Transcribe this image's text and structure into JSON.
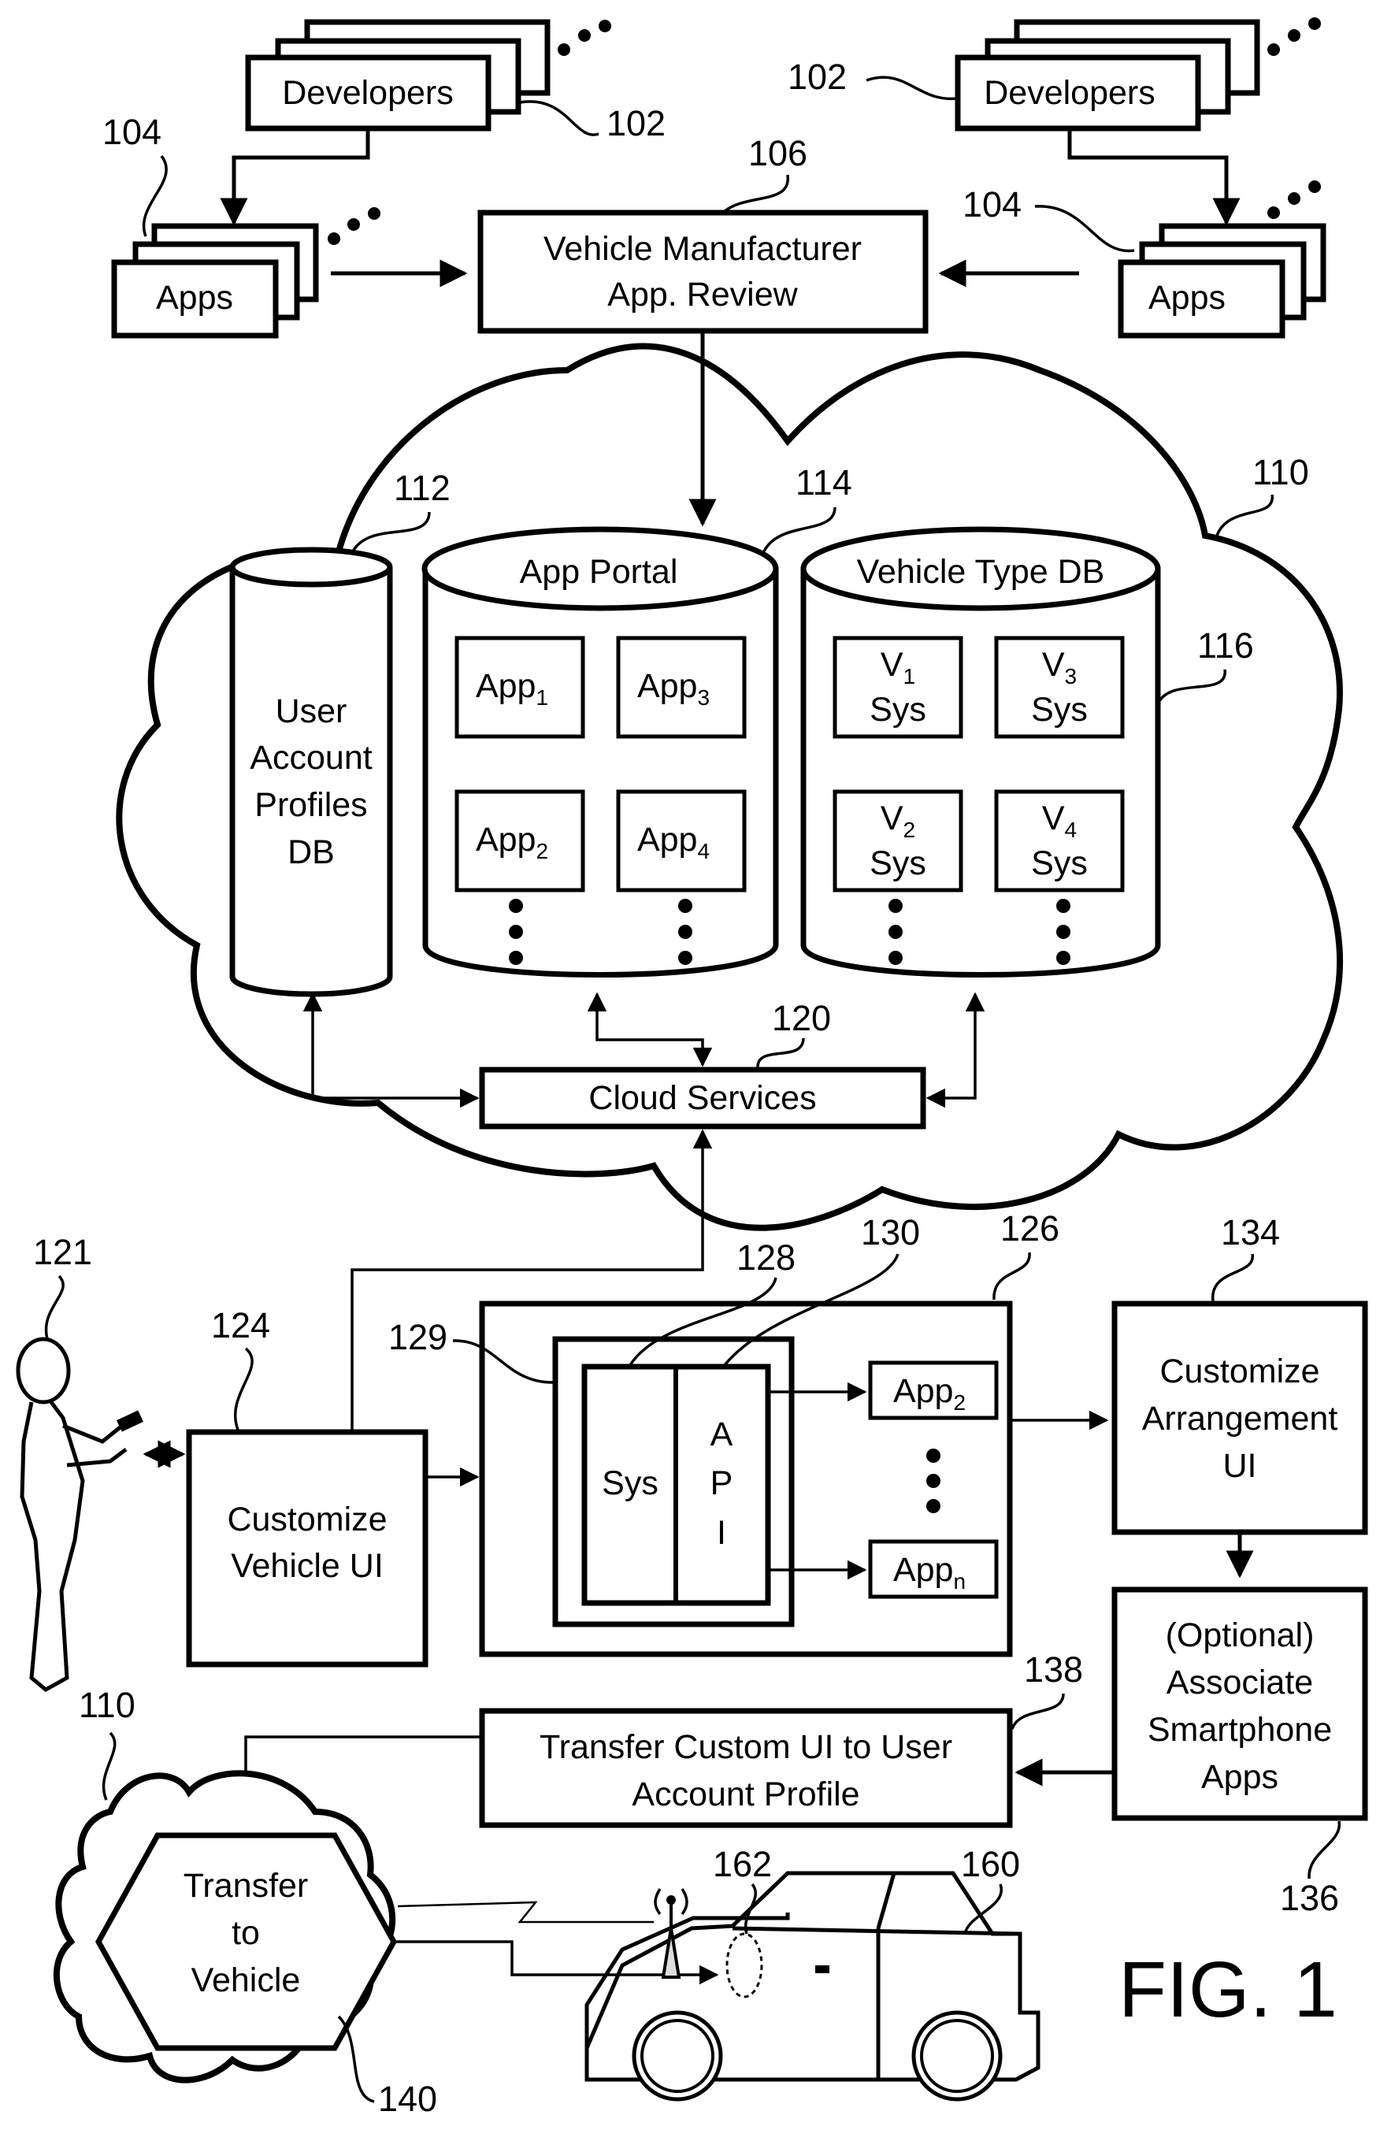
{
  "figure": {
    "caption": "FIG. 1",
    "developers_left": {
      "label": "Developers",
      "ref": "102"
    },
    "developers_right": {
      "label": "Developers",
      "ref": "102"
    },
    "apps_left": {
      "label": "Apps",
      "ref": "104"
    },
    "apps_right": {
      "label": "Apps",
      "ref": "104"
    },
    "app_review": {
      "line1": "Vehicle Manufacturer",
      "line2": "App. Review",
      "ref": "106"
    },
    "cloud": {
      "ref": "110"
    },
    "user_db": {
      "lines": [
        "User",
        "Account",
        "Profiles",
        "DB"
      ],
      "ref": "112"
    },
    "app_portal": {
      "title": "App Portal",
      "ref": "114",
      "apps": [
        {
          "base": "App",
          "sub": "1"
        },
        {
          "base": "App",
          "sub": "3"
        },
        {
          "base": "App",
          "sub": "2"
        },
        {
          "base": "App",
          "sub": "4"
        }
      ]
    },
    "vehicle_db": {
      "title": "Vehicle Type DB",
      "ref": "116",
      "systems": [
        {
          "base": "V",
          "sub": "1",
          "line2": "Sys"
        },
        {
          "base": "V",
          "sub": "3",
          "line2": "Sys"
        },
        {
          "base": "V",
          "sub": "2",
          "line2": "Sys"
        },
        {
          "base": "V",
          "sub": "4",
          "line2": "Sys"
        }
      ]
    },
    "cloud_services": {
      "label": "Cloud Services",
      "ref": "120"
    },
    "user": {
      "ref": "121"
    },
    "customize_vehicle_ui": {
      "line1": "Customize",
      "line2": "Vehicle UI",
      "ref": "124"
    },
    "vehicle_ui_block": {
      "ref": "126",
      "inner_ref": "129",
      "sys_label": "Sys",
      "sys_ref": "128",
      "api_letters": [
        "A",
        "P",
        "I"
      ],
      "api_ref": "130",
      "app_top": {
        "base": "App",
        "sub": "2"
      },
      "app_bottom": {
        "base": "App",
        "sub": "n"
      }
    },
    "customize_arrangement": {
      "lines": [
        "Customize",
        "Arrangement",
        "UI"
      ],
      "ref": "134"
    },
    "associate_apps": {
      "lines": [
        "(Optional)",
        "Associate",
        "Smartphone",
        "Apps"
      ],
      "ref": "136"
    },
    "transfer_profile": {
      "line1": "Transfer Custom UI to User",
      "line2": "Account Profile",
      "ref": "138"
    },
    "small_cloud": {
      "ref": "110"
    },
    "transfer_vehicle": {
      "lines": [
        "Transfer",
        "to",
        "Vehicle"
      ],
      "ref": "140"
    },
    "vehicle": {
      "ref": "160",
      "module_ref": "162"
    }
  }
}
